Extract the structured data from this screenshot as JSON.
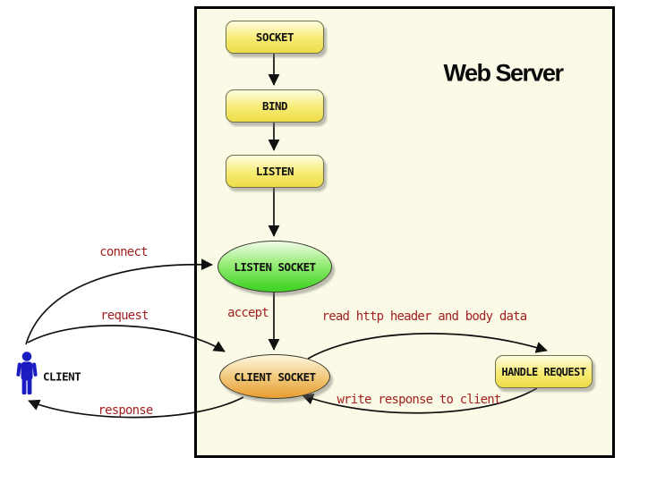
{
  "diagram": {
    "title": "Web Server",
    "client": {
      "label": "CLIENT"
    },
    "nodes": [
      {
        "id": "socket",
        "label": "SOCKET",
        "shape": "rect",
        "color": "yellow"
      },
      {
        "id": "bind",
        "label": "BIND",
        "shape": "rect",
        "color": "yellow"
      },
      {
        "id": "listen",
        "label": "LISTEN",
        "shape": "rect",
        "color": "yellow"
      },
      {
        "id": "listen-socket",
        "label": "LISTEN SOCKET",
        "shape": "ellipse",
        "color": "green"
      },
      {
        "id": "client-socket",
        "label": "CLIENT SOCKET",
        "shape": "ellipse",
        "color": "orange"
      },
      {
        "id": "handle-request",
        "label": "HANDLE REQUEST",
        "shape": "rect",
        "color": "yellow"
      }
    ],
    "edges": [
      {
        "from": "socket",
        "to": "bind",
        "label": ""
      },
      {
        "from": "bind",
        "to": "listen",
        "label": ""
      },
      {
        "from": "listen",
        "to": "listen-socket",
        "label": ""
      },
      {
        "from": "listen-socket",
        "to": "client-socket",
        "label": "accept"
      },
      {
        "from": "client",
        "to": "listen-socket",
        "label": "connect"
      },
      {
        "from": "client",
        "to": "client-socket",
        "label": "request"
      },
      {
        "from": "client-socket",
        "to": "client",
        "label": "response"
      },
      {
        "from": "client-socket",
        "to": "handle-request",
        "label": "read http header and body data"
      },
      {
        "from": "handle-request",
        "to": "client-socket",
        "label": "write response to client"
      }
    ],
    "colors": {
      "server_background": "#fafae6",
      "node_yellow": "#eedc48",
      "node_green": "#46d52b",
      "node_orange": "#e8a138",
      "edge_label_red": "#a12222",
      "client_blue": "#1b1bc2",
      "arrow_black": "#111111"
    }
  }
}
